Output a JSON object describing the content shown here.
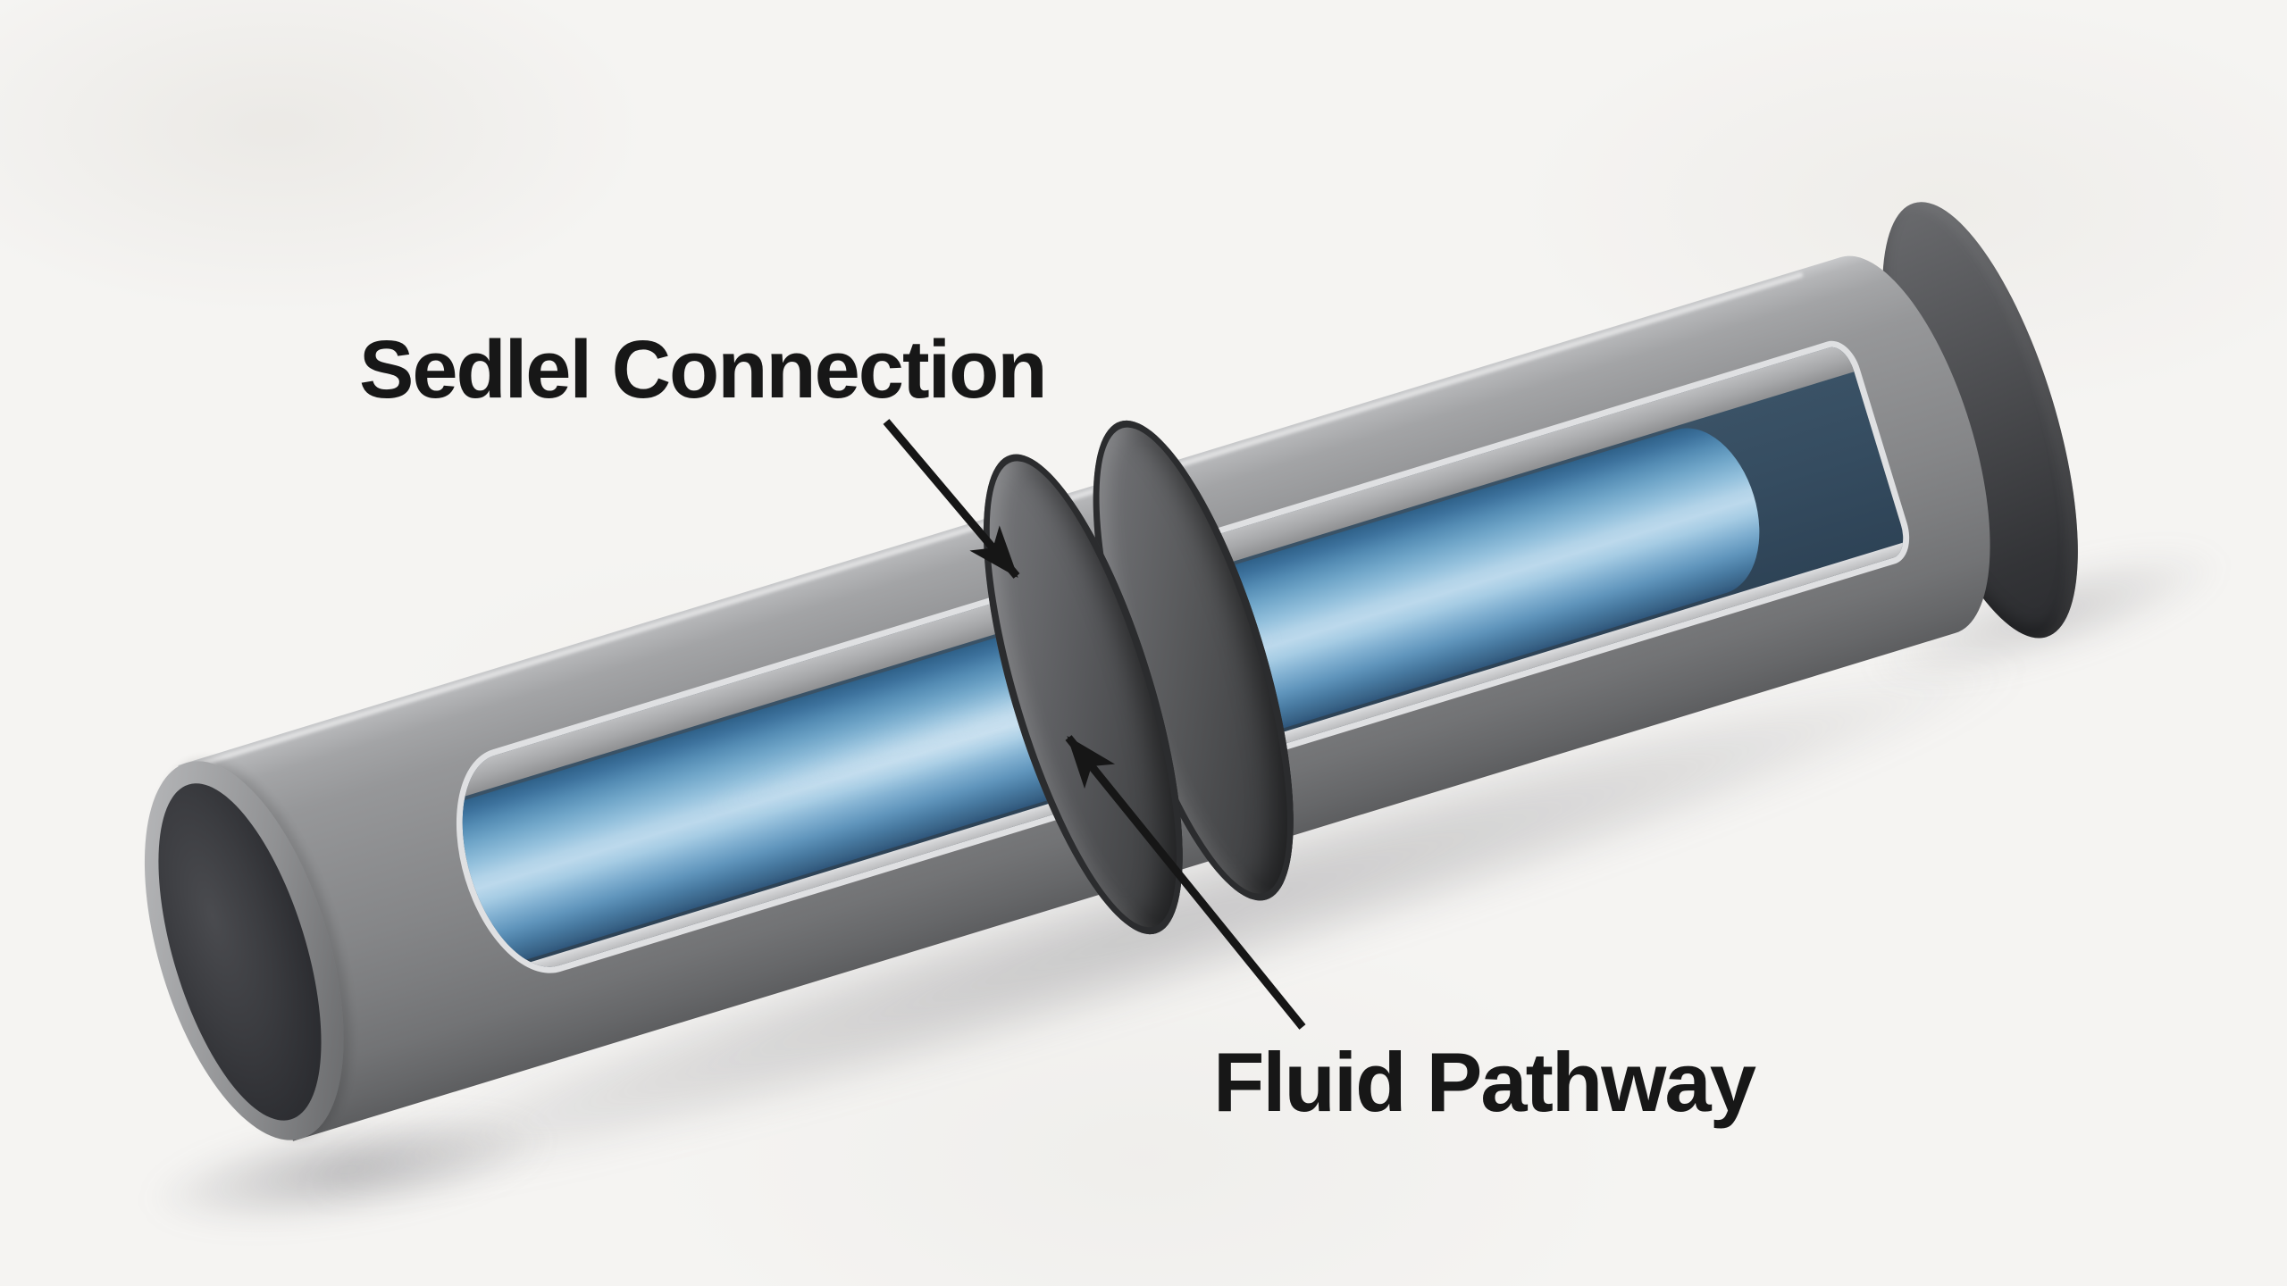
{
  "diagram": {
    "type": "pipe-coupling-cutaway-illustration",
    "background_color": "#f5f4f2",
    "labels": {
      "sealed_connection": "Sedlel Connection",
      "fluid_pathway": "Fluid Pathway"
    },
    "annotations": [
      {
        "text": "Sedlel Connection",
        "points_to": "coupling-ring on pipe"
      },
      {
        "text": "Fluid Pathway",
        "points_to": "blue fluid core in cutaway"
      }
    ],
    "colors": {
      "background": "#f5f4f2",
      "pipe_gray": "#8e8f91",
      "pipe_highlight": "#c7c8ca",
      "pipe_shadow": "#5d5e60",
      "ring_charcoal": "#454648",
      "ring_edge": "#2b2c2e",
      "fluid_blue": "#5d92b8",
      "fluid_light": "#bcd9ec",
      "fluid_dark": "#2f567b",
      "cut_edge_light": "#dfe0e2",
      "opening_dark": "#2d2e32",
      "text": "#171717",
      "arrow": "#161616"
    }
  }
}
